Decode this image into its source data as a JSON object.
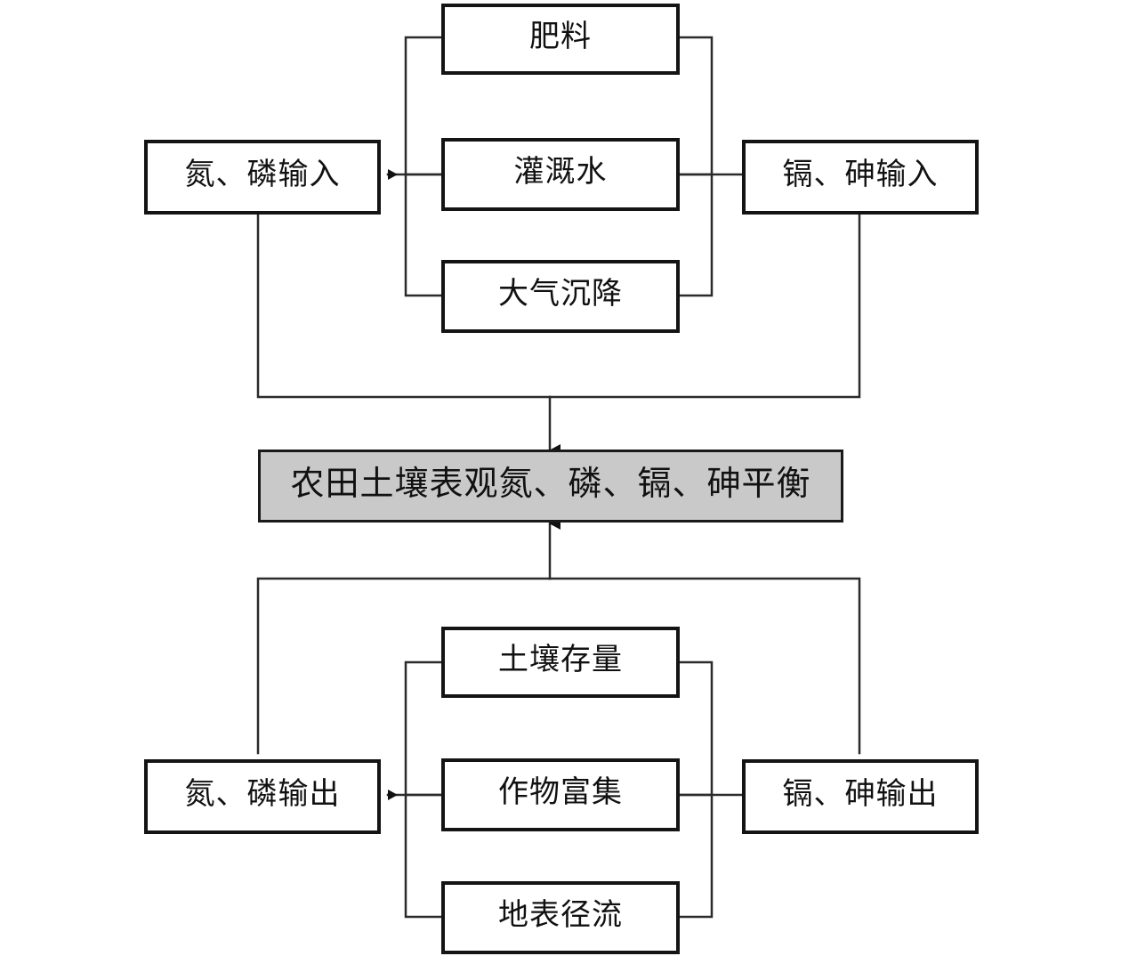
{
  "diagram": {
    "title_node": {
      "label": "农田土壤表观氮、磷、镉、砷平衡",
      "fill": "#c9c9c9"
    },
    "input_section": {
      "sources": [
        {
          "id": "fertilizer",
          "label": "肥料"
        },
        {
          "id": "irrigation-water",
          "label": "灌溉水"
        },
        {
          "id": "atmospheric-deposition",
          "label": "大气沉降"
        }
      ],
      "left_output": {
        "id": "np-input",
        "label": "氮、磷输入"
      },
      "right_output": {
        "id": "cdas-input",
        "label": "镉、砷输入"
      }
    },
    "output_section": {
      "sources": [
        {
          "id": "soil-stock",
          "label": "土壤存量"
        },
        {
          "id": "crop-accumulation",
          "label": "作物富集"
        },
        {
          "id": "surface-runoff",
          "label": "地表径流"
        }
      ],
      "left_output": {
        "id": "np-output",
        "label": "氮、磷输出"
      },
      "right_output": {
        "id": "cdas-output",
        "label": "镉、砷输出"
      }
    },
    "colors": {
      "stroke": "#2b2b2b",
      "box_border": "#141414",
      "balance_fill": "#c9c9c9",
      "background": "#ffffff"
    }
  }
}
